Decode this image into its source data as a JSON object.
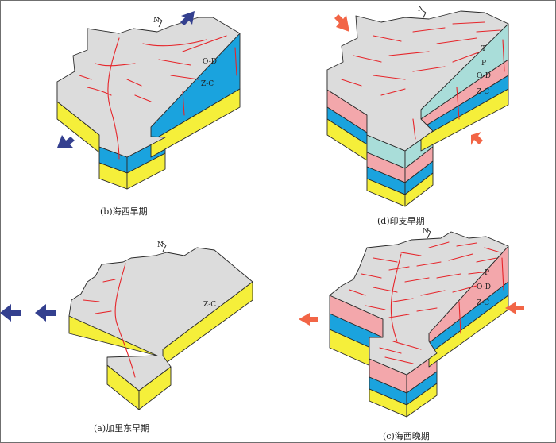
{
  "colors": {
    "top_surface": "#dcdcdc",
    "layer_ZC": "#f5ef3a",
    "layer_OD": "#1aa3de",
    "layer_P": "#f3a7ab",
    "layer_T": "#a9ddd9",
    "fracture": "#e6252a",
    "arrow_extension": "#34408f",
    "arrow_compression": "#f26546",
    "outline": "#2a2a2a"
  },
  "north_label": "N",
  "panels": [
    {
      "id": "b",
      "caption": "(b)海西早期",
      "layers": [
        "O-D",
        "Z-C"
      ],
      "stress": "extension"
    },
    {
      "id": "d",
      "caption": "(d)印支早期",
      "layers": [
        "T",
        "P",
        "O-D",
        "Z-C"
      ],
      "stress": "compression"
    },
    {
      "id": "a",
      "caption": "(a)加里东早期",
      "layers": [
        "Z-C"
      ],
      "stress": "extension"
    },
    {
      "id": "c",
      "caption": "(c)海西晚期",
      "layers": [
        "P",
        "O-D",
        "Z-C"
      ],
      "stress": "compression"
    }
  ]
}
